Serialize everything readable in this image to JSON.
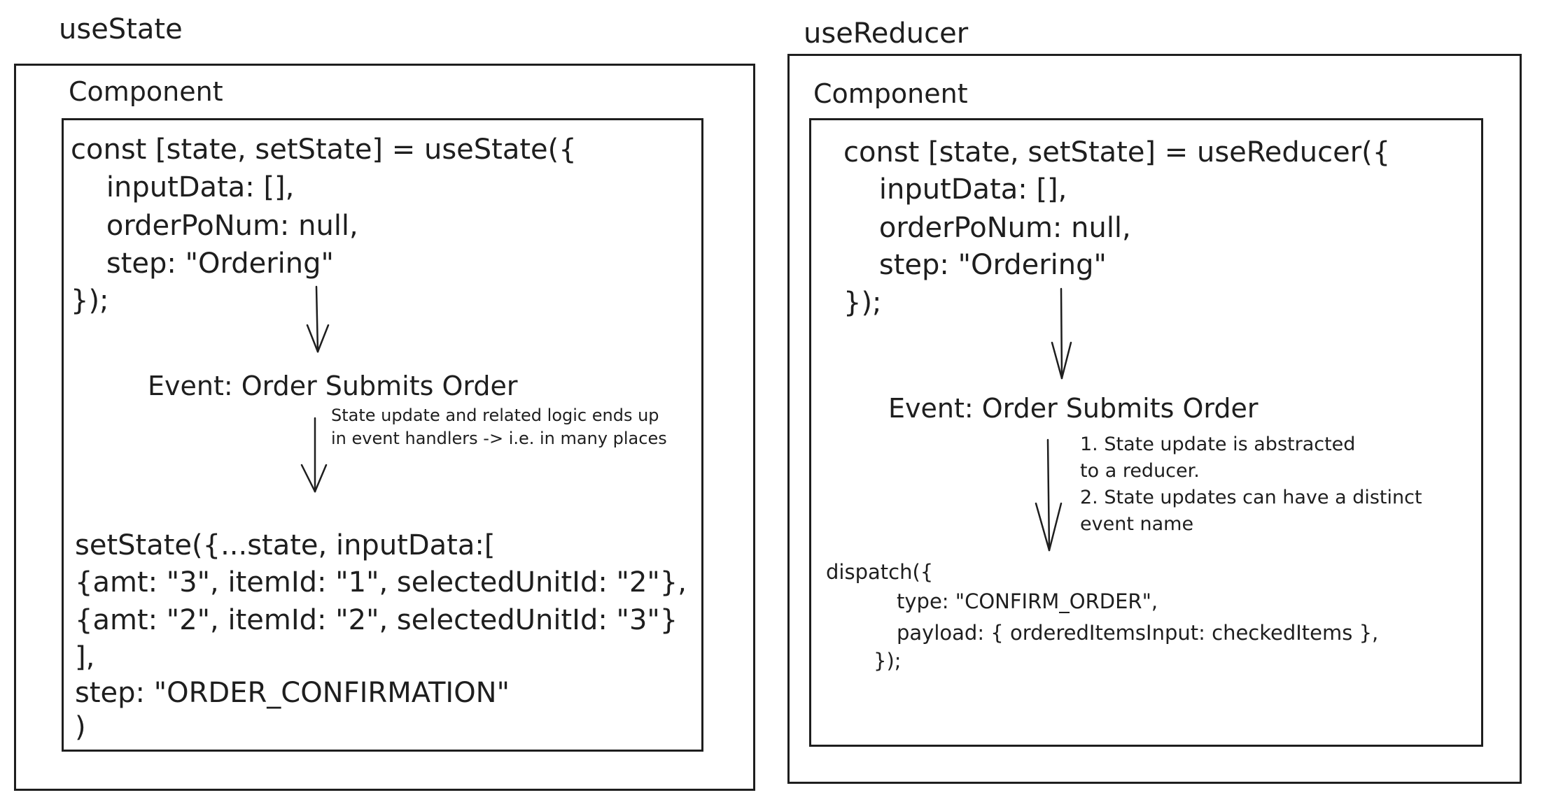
{
  "left": {
    "title": "useState",
    "component_label": "Component",
    "init_code": [
      "const [state, setState] = useState({",
      "    inputData: [],",
      "    orderPoNum: null,",
      "    step: \"Ordering\"",
      "});"
    ],
    "event_label": "Event: Order Submits Order",
    "note": [
      "State update and related logic ends up",
      "in event handlers -> i.e. in many places"
    ],
    "update_code": [
      "setState({...state, inputData:[",
      "{amt: \"3\", itemId: \"1\", selectedUnitId: \"2\"},",
      "{amt: \"2\", itemId: \"2\", selectedUnitId: \"3\"}",
      "],",
      "step: \"ORDER_CONFIRMATION\"",
      ")"
    ]
  },
  "right": {
    "title": "useReducer",
    "component_label": "Component",
    "init_code": [
      "const [state, setState] = useReducer({",
      "    inputData: [],",
      "    orderPoNum: null,",
      "    step: \"Ordering\"",
      "});"
    ],
    "event_label": "Event: Order Submits Order",
    "note": [
      "1. State update is abstracted",
      "to a reducer.",
      "2. State updates can have a distinct",
      "event name"
    ],
    "dispatch_code": [
      "dispatch({",
      "type: \"CONFIRM_ORDER\",",
      "payload: { orderedItemsInput: checkedItems },",
      "});"
    ]
  },
  "colors": {
    "stroke": "#1e1e1e",
    "background": "#ffffff"
  }
}
